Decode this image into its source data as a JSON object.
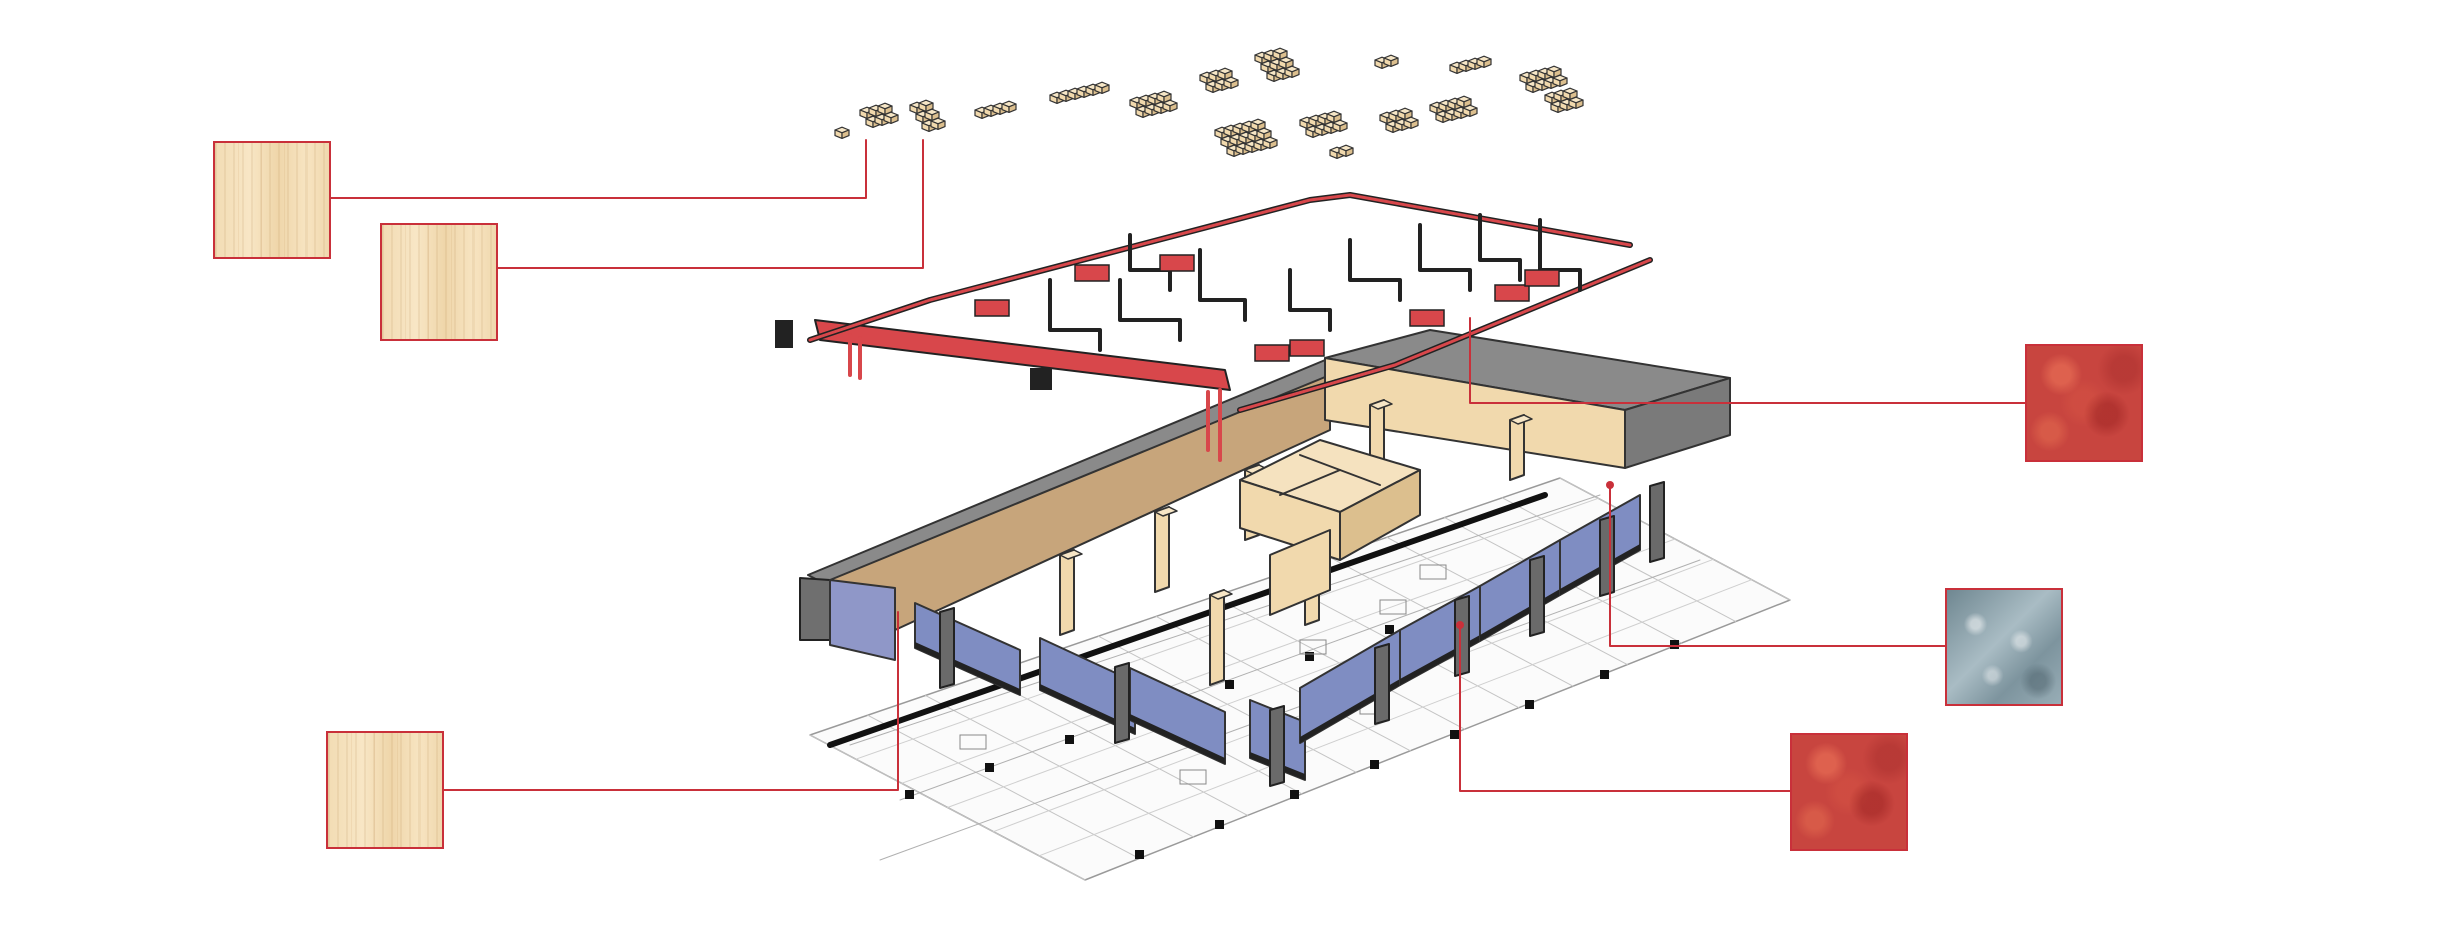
{
  "swatches": [
    {
      "id": "furniture-wood-a",
      "material": "light-wood",
      "icon": "wood-texture-swatch"
    },
    {
      "id": "furniture-wood-b",
      "material": "light-wood",
      "icon": "wood-texture-swatch"
    },
    {
      "id": "ceiling-frame-red",
      "material": "red-rust",
      "icon": "rust-texture-swatch"
    },
    {
      "id": "glass-partition",
      "material": "frosted-glass",
      "icon": "glass-texture-swatch"
    },
    {
      "id": "column-red",
      "material": "red-rust",
      "icon": "rust-texture-swatch"
    },
    {
      "id": "wall-wood",
      "material": "light-wood",
      "icon": "wood-texture-swatch"
    }
  ],
  "colors": {
    "leader_line": "#c9303a",
    "frame_red": "#d8474b",
    "wood": "#f1d9ad",
    "wood_dark": "#c7a57b",
    "wall_grey": "#8a8a8a",
    "glass_blue": "#7f8dc2",
    "plan_line": "#9a9a9a"
  }
}
